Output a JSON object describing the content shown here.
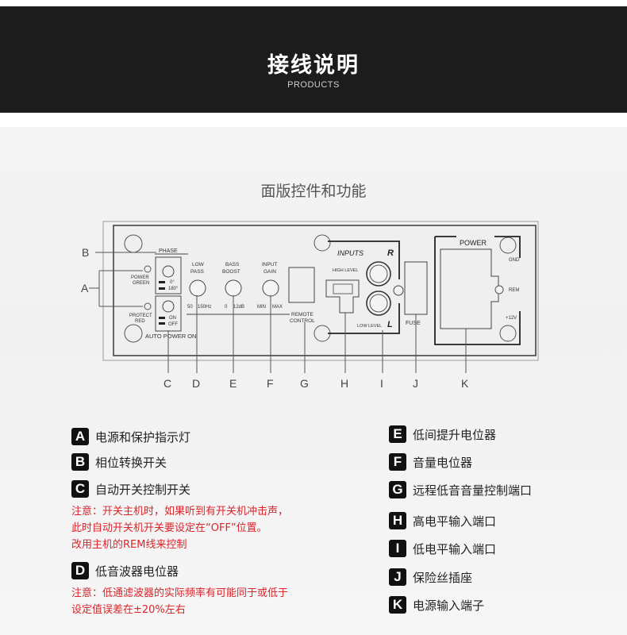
{
  "header": {
    "title": "接线说明",
    "subtitle": "PRODUCTS"
  },
  "diagram": {
    "title": "面版控件和功能",
    "panel_labels": {
      "phase": "PHASE",
      "power_green": [
        "POWER",
        "GREEN"
      ],
      "deg0": "0°",
      "deg180": "180°",
      "protect_red": [
        "PROTECT",
        "RED"
      ],
      "on": "ON",
      "off": "OFF",
      "auto_power_on": "AUTO POWER ON",
      "low_pass": [
        "LOW",
        "PASS"
      ],
      "low_pass_scale": [
        "50",
        "150Hz"
      ],
      "bass_boost": [
        "BASS",
        "BOOST"
      ],
      "bass_boost_scale": [
        "0",
        "12dB"
      ],
      "input_gain": [
        "INPUT",
        "GAIN"
      ],
      "input_gain_scale": [
        "MIN",
        "MAX"
      ],
      "remote_control": [
        "REMOTE",
        "CONTROL"
      ],
      "inputs": "INPUTS",
      "r": "R",
      "l": "L",
      "high_level": "HIGH LEVEL",
      "low_level": "LOW LEVEL",
      "fuse": "FUSE",
      "power": "POWER",
      "gnd": "GND",
      "rem": "REM",
      "plus12v": "+12V"
    },
    "callouts": [
      "A",
      "B",
      "C",
      "D",
      "E",
      "F",
      "G",
      "H",
      "I",
      "J",
      "K"
    ]
  },
  "legend_left": [
    {
      "letter": "A",
      "text": "电源和保护指示灯"
    },
    {
      "letter": "B",
      "text": "相位转换开关"
    },
    {
      "letter": "C",
      "text": "自动开关控制开关"
    }
  ],
  "note_c": [
    "注意：开关主机时，如果听到有开关机冲击声，",
    "此时自动开关机开关要设定在“OFF”位置。",
    "改用主机的REM线来控制"
  ],
  "legend_d": {
    "letter": "D",
    "text": "低音波器电位器"
  },
  "note_d": [
    "注意：低通滤波器的实际频率有可能同于或低于",
    "设定值误差在±20%左右"
  ],
  "legend_right": [
    {
      "letter": "E",
      "text": "低间提升电位器"
    },
    {
      "letter": "F",
      "text": "音量电位器"
    },
    {
      "letter": "G",
      "text": "远程低音音量控制端口"
    },
    {
      "letter": "H",
      "text": "高电平输入端口"
    },
    {
      "letter": "I",
      "text": "低电平输入端口"
    },
    {
      "letter": "J",
      "text": "保险丝插座"
    },
    {
      "letter": "K",
      "text": "电源输入端子"
    }
  ]
}
